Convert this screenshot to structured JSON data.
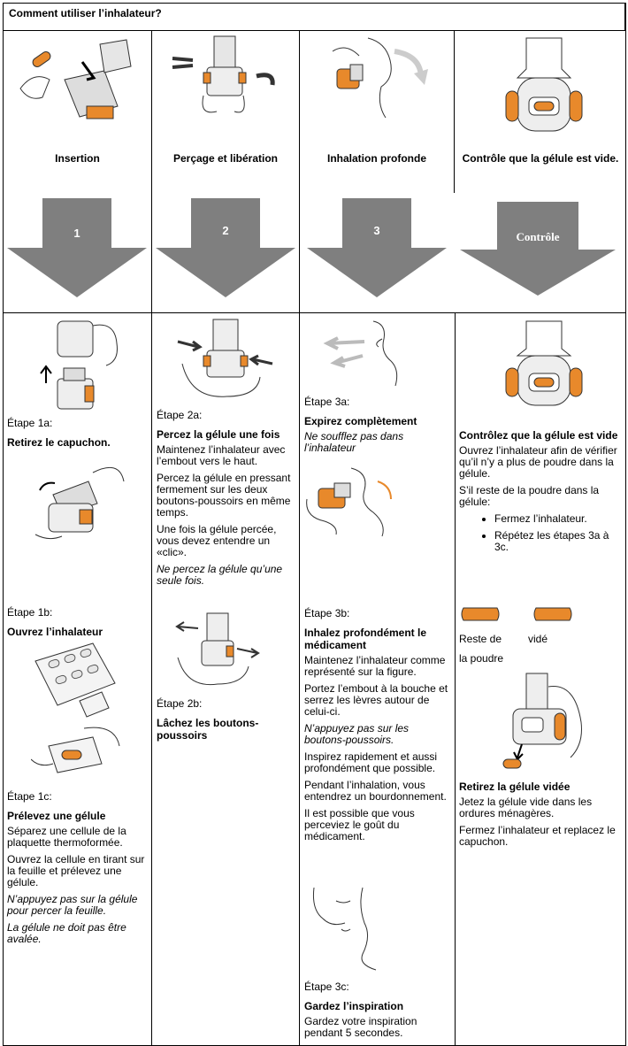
{
  "header": {
    "title": "Comment utiliser l’inhalateur?"
  },
  "steps": [
    {
      "label": "Insertion",
      "arrow_text": "1"
    },
    {
      "label": "Perçage et libération",
      "arrow_text": "2"
    },
    {
      "label": "Inhalation profonde",
      "arrow_text": "3"
    },
    {
      "label": "Contrôle que la gélule est vide.",
      "arrow_text": "Contrôle"
    }
  ],
  "col1": {
    "e1a_label": "Étape 1a:",
    "e1a_title": "Retirez le capuchon.",
    "e1b_label": "Étape 1b:",
    "e1b_title": "Ouvrez l’inhalateur",
    "e1c_label": "Étape 1c:",
    "e1c_title": "Prélevez une gélule",
    "e1c_p1": "Séparez une cellule de la plaquette thermoformée.",
    "e1c_p2": "Ouvrez la cellule en tirant sur la feuille et prélevez une gélule.",
    "e1c_i1": "N’appuyez pas sur la gélule pour percer la feuille.",
    "e1c_i2": "La gélule ne doit pas être avalée."
  },
  "col2": {
    "e2a_label": "Étape 2a:",
    "e2a_title": "Percez la gélule une fois",
    "e2a_p1": "Maintenez l’inhalateur avec l’embout vers le haut.",
    "e2a_p2": "Percez la gélule en pressant fermement sur les deux boutons-poussoirs en même temps.",
    "e2a_p3": "Une fois la gélule percée, vous devez entendre un «clic».",
    "e2a_i1": "Ne percez la gélule qu’une seule fois.",
    "e2b_label": "Étape 2b:",
    "e2b_title": "Lâchez les boutons-poussoirs"
  },
  "col3": {
    "e3a_label": "Étape 3a:",
    "e3a_title": "Expirez complètement",
    "e3a_i1": "Ne soufflez pas dans l’inhalateur",
    "e3b_label": "Étape 3b:",
    "e3b_title": "Inhalez profondément le médicament",
    "e3b_p1": "Maintenez l’inhalateur comme représenté sur la figure.",
    "e3b_p2": "Portez l’embout à la bouche et serrez les lèvres autour de celui-ci.",
    "e3b_i1": "N’appuyez pas sur les boutons-poussoirs.",
    "e3b_p3": "Inspirez rapidement et aussi profondément que possible.",
    "e3b_p4": "Pendant l’inhalation, vous entendrez un bourdonnement.",
    "e3b_p5": "Il est possible que vous perceviez le goût du médicament.",
    "e3c_label": "Étape 3c:",
    "e3c_title": "Gardez l’inspiration",
    "e3c_p1": "Gardez votre inspiration pendant 5 secondes."
  },
  "col4": {
    "title1": "Contrôlez que la gélule est vide",
    "p1": "Ouvrez l’inhalateur afin de vérifier qu’il n’y a plus de poudre dans la gélule.",
    "p2": "S’il reste de la poudre dans la gélule:",
    "bullets": [
      "Fermez l’inhalateur.",
      "Répétez les étapes 3a à 3c."
    ],
    "caps_label_left_1": "Reste de",
    "caps_label_left_2": "la poudre",
    "caps_label_right": "vidé",
    "title2": "Retirez la gélule vidée",
    "p3": "Jetez la gélule vide dans les ordures ménagères.",
    "p4": "Fermez l’inhalateur et replacez le capuchon."
  },
  "colors": {
    "orange": "#e8892b",
    "arrow_grey": "#7f7f7f",
    "line_grey": "#555555"
  }
}
